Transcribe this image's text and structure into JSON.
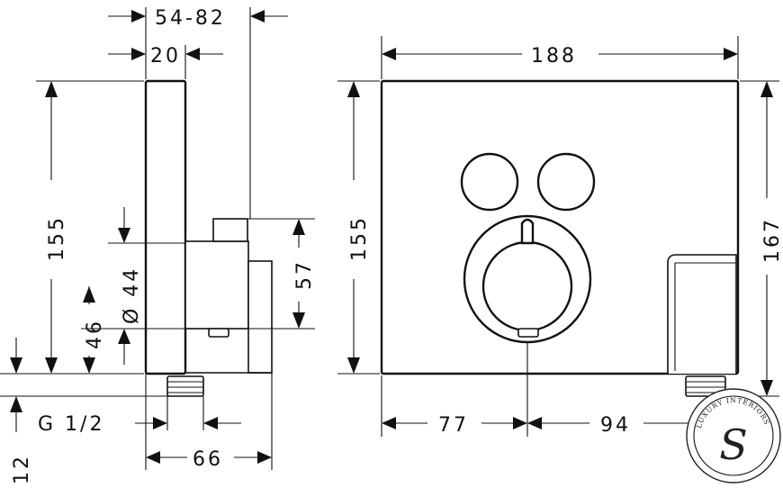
{
  "dimensions": {
    "depth_range": "54-82",
    "plate_depth": "20",
    "side_height": "155",
    "pipe_diameter": "Ø 44",
    "offset_46": "46",
    "offset_57": "57",
    "thread": "G 1/2",
    "offset_12": "12",
    "body_depth": "66",
    "width": "188",
    "front_height": "155",
    "total_height": "167",
    "left_to_center": "77",
    "center_to_right": "94"
  },
  "watermark": {
    "text": "LUXURY INTERIORS",
    "glyph": "S"
  }
}
